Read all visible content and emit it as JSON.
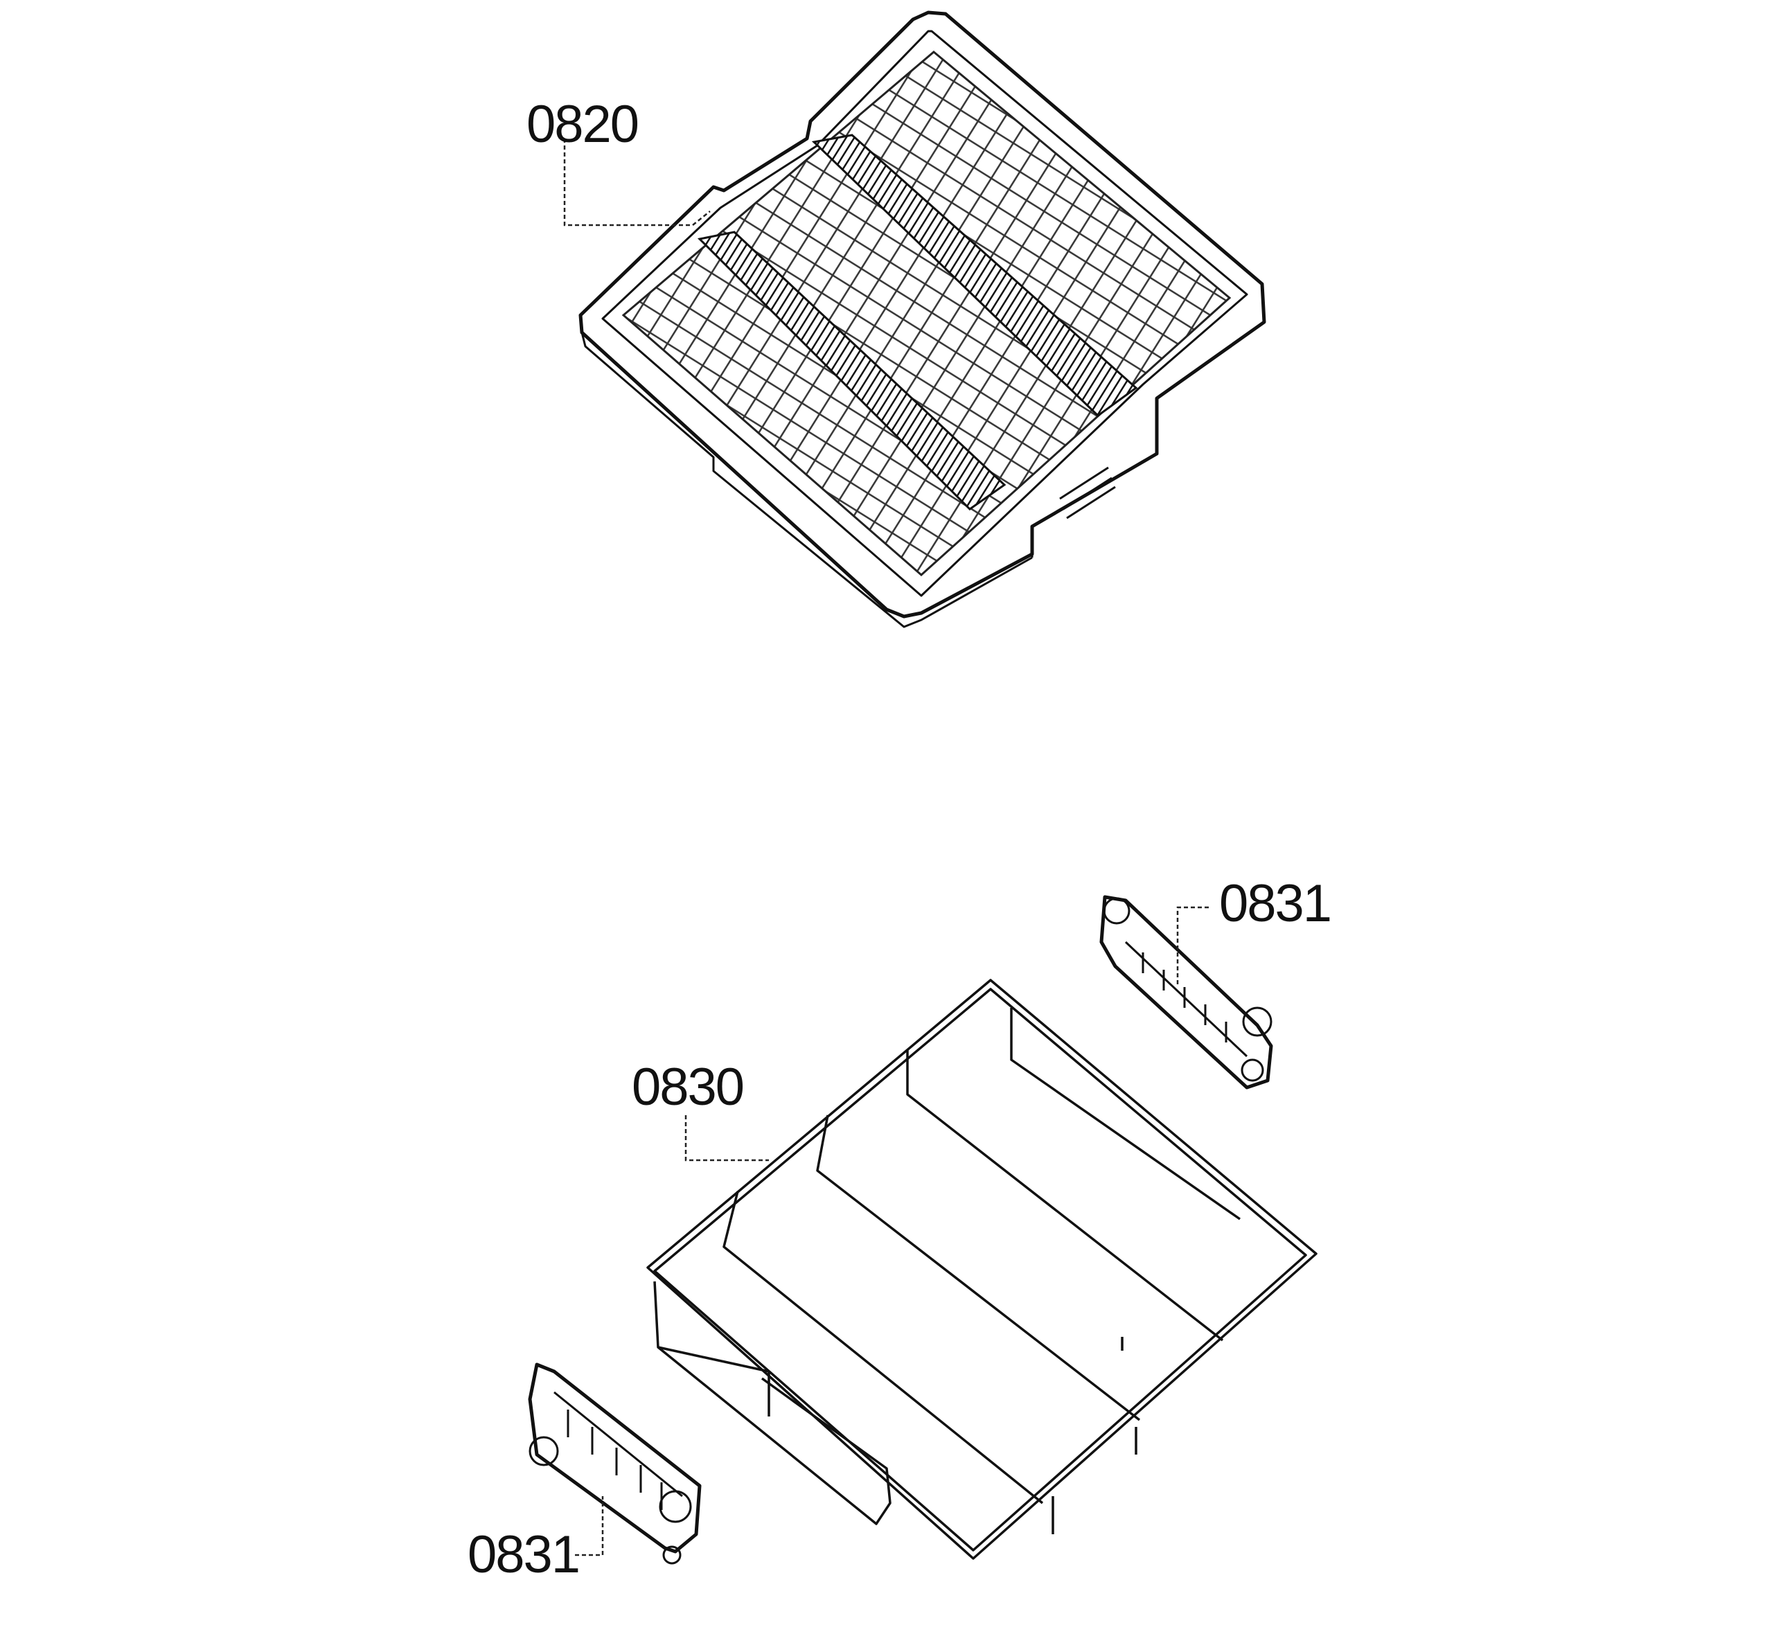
{
  "diagram": {
    "labels": {
      "tray": "0820",
      "frame": "0830",
      "clip_upper": "0831",
      "clip_lower": "0831"
    },
    "colors": {
      "background": "#ffffff",
      "line": "#111111"
    }
  }
}
